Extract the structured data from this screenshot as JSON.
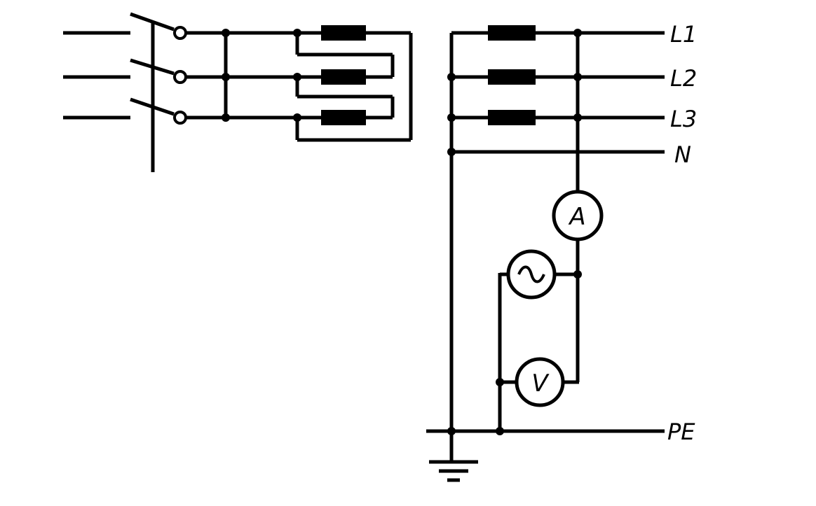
{
  "labels": {
    "l1": "L1",
    "l2": "L2",
    "l3": "L3",
    "n": "N",
    "pe": "PE"
  },
  "meters": {
    "ammeter": "A",
    "voltmeter": "V",
    "source": "~"
  },
  "colors": {
    "ink": "#000000",
    "background": "#ffffff"
  }
}
